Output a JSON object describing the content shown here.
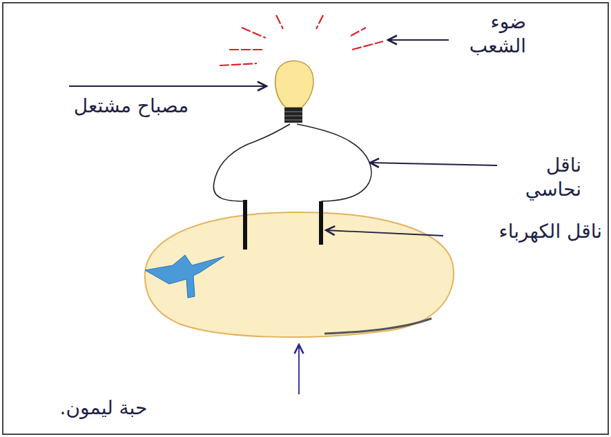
{
  "diagram": {
    "labels": [
      "ضوء الشعب",
      "مصباح مشتعل",
      "ناقل نحاسي",
      "ناقل الكهرباء",
      "حبة ليمون."
    ]
  }
}
